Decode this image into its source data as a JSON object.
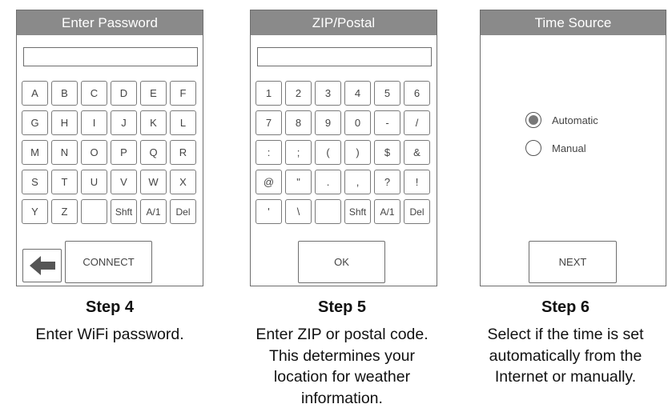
{
  "panel_password": {
    "title": "Enter Password",
    "keys": [
      "A",
      "B",
      "C",
      "D",
      "E",
      "F",
      "G",
      "H",
      "I",
      "J",
      "K",
      "L",
      "M",
      "N",
      "O",
      "P",
      "Q",
      "R",
      "S",
      "T",
      "U",
      "V",
      "W",
      "X",
      "Y",
      "Z",
      "",
      "Shft",
      "A/1",
      "Del"
    ],
    "back_icon": "back-arrow-icon",
    "connect_label": "CONNECT"
  },
  "panel_zip": {
    "title": "ZIP/Postal",
    "keys": [
      "1",
      "2",
      "3",
      "4",
      "5",
      "6",
      "7",
      "8",
      "9",
      "0",
      "-",
      "/",
      ":",
      ";",
      "(",
      ")",
      "$",
      "&",
      "@",
      "\"",
      ".",
      ",",
      "?",
      "!",
      "'",
      "\\",
      "",
      "Shft",
      "A/1",
      "Del"
    ],
    "ok_label": "OK"
  },
  "panel_time": {
    "title": "Time Source",
    "options": [
      {
        "label": "Automatic",
        "selected": true
      },
      {
        "label": "Manual",
        "selected": false
      }
    ],
    "next_label": "NEXT"
  },
  "steps": [
    {
      "title": "Step 4",
      "lines": [
        "Enter WiFi password."
      ]
    },
    {
      "title": "Step 5",
      "lines": [
        "Enter ZIP or postal code.",
        "This determines your",
        "location for weather",
        "information."
      ]
    },
    {
      "title": "Step 6",
      "lines": [
        "Select if the time is set",
        "automatically from the",
        "Internet or manually."
      ]
    }
  ],
  "colors": {
    "header_bg": "#8a8a8a",
    "border": "#6e6e6e",
    "radio_fill": "#777777"
  }
}
